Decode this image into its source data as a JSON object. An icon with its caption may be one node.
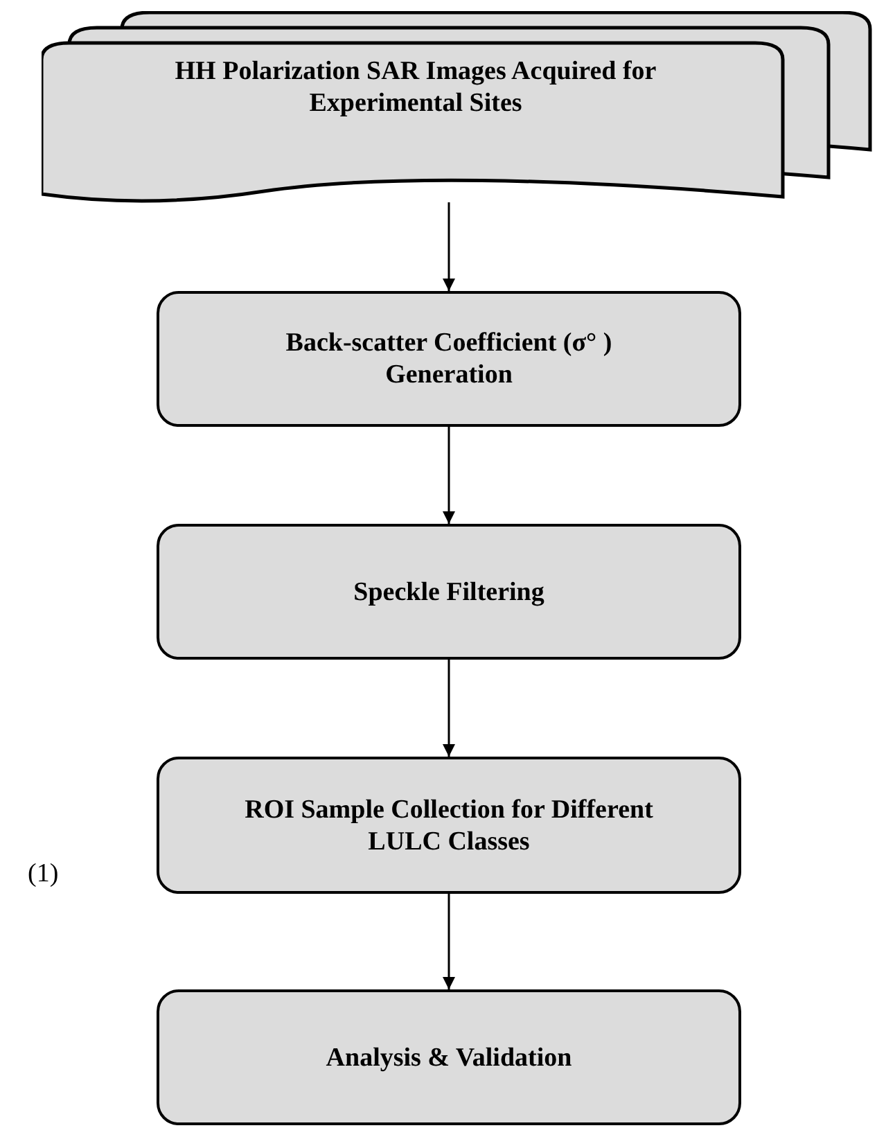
{
  "diagram": {
    "nodes": [
      {
        "text": [
          "HH Polarization SAR Images Acquired for Experimental Sites"
        ]
      },
      {
        "text": [
          "Back-scatter Coefficient (σ° ) Generation"
        ]
      },
      {
        "text": [
          "Speckle Filtering"
        ]
      },
      {
        "text": [
          "ROI Sample Collection for Different LULC Classes"
        ]
      },
      {
        "text": [
          "Analysis & Validation"
        ]
      }
    ],
    "edges": [
      {
        "from": 0,
        "to": 1,
        "arrow": "to"
      },
      {
        "from": 1,
        "to": 2,
        "arrow": "to"
      },
      {
        "from": 2,
        "to": 3,
        "arrow": "to"
      },
      {
        "from": 3,
        "to": 4,
        "arrow": "to"
      }
    ],
    "labels": [
      "(1)"
    ]
  }
}
